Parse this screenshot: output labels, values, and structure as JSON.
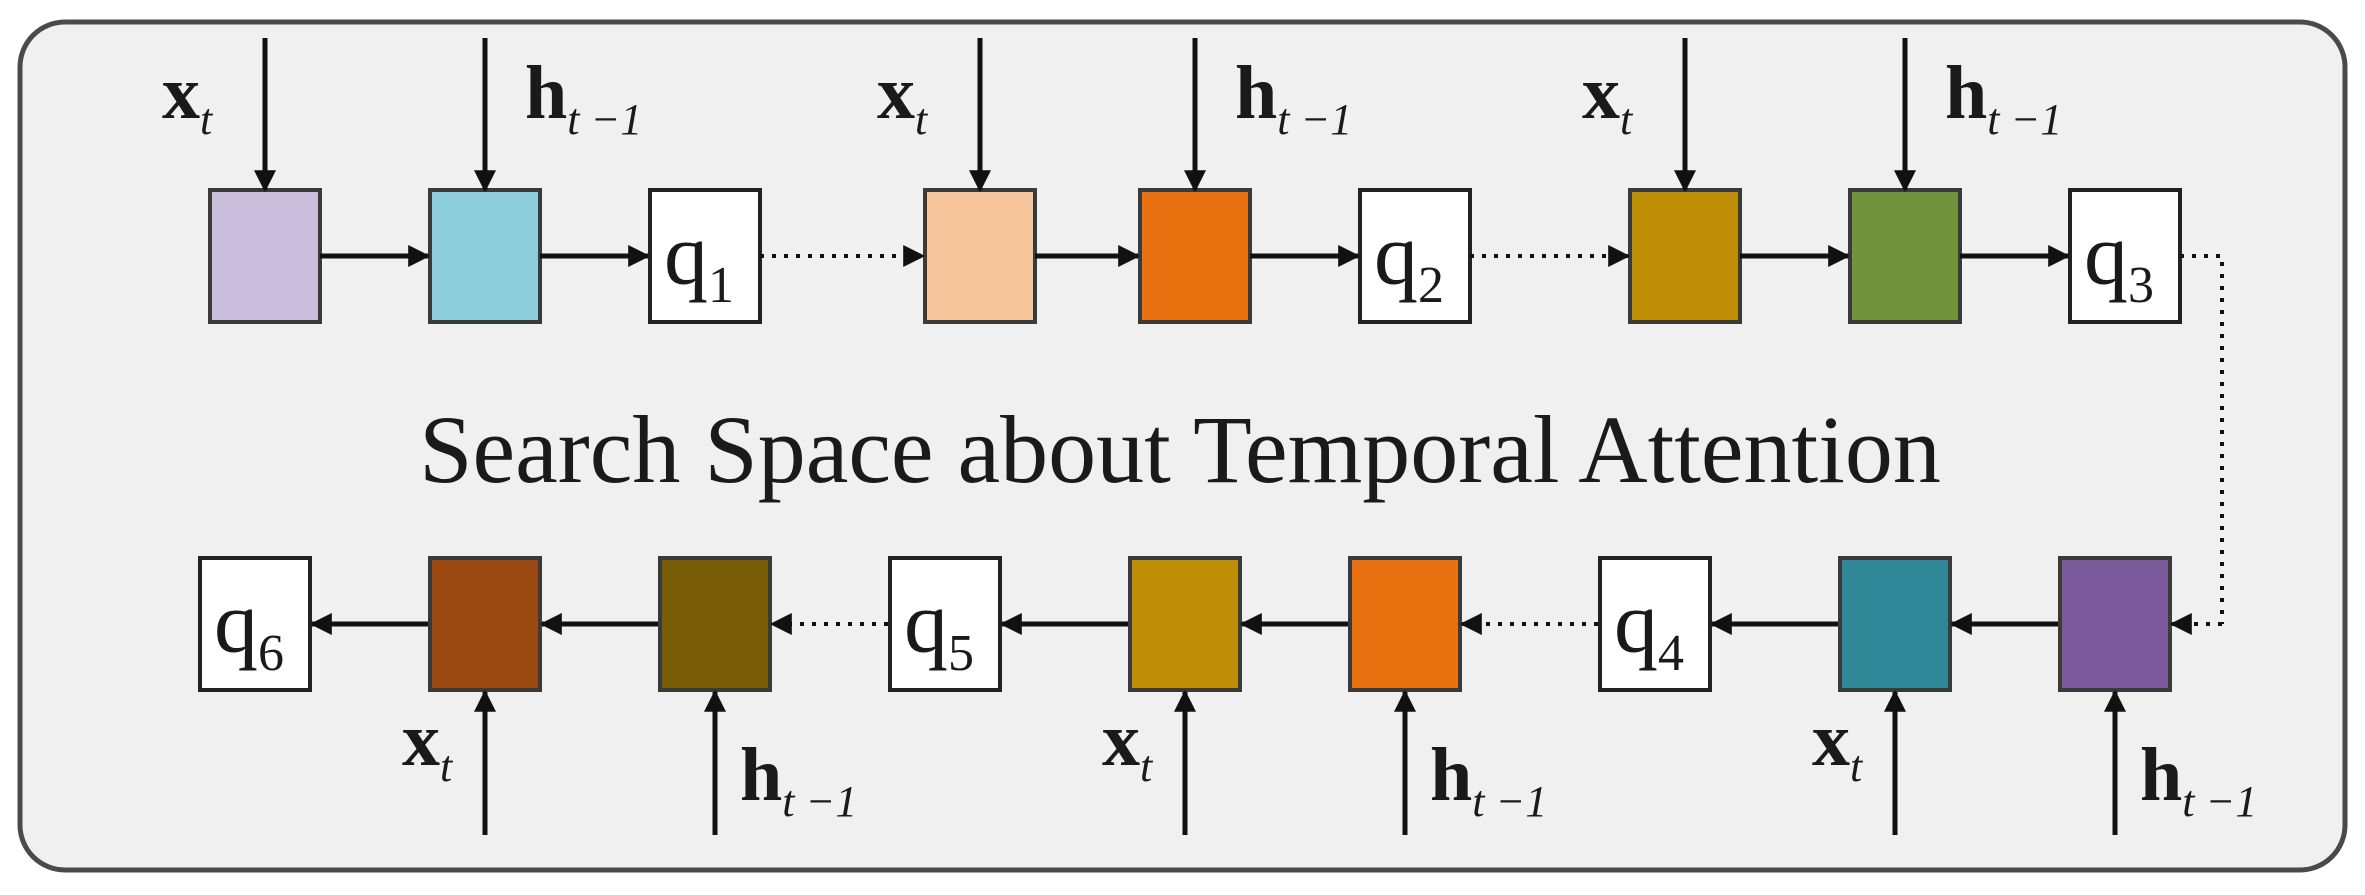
{
  "title": "Search Space about Temporal Attention",
  "labels": {
    "x": "x",
    "t": "t",
    "h": "h",
    "t_minus_1": "t −1",
    "q": "q"
  },
  "top_row": [
    {
      "input": "x",
      "color": "#cbbedd"
    },
    {
      "input": "h",
      "color": "#8ecedc"
    },
    {
      "q": "1"
    },
    {
      "input": "x",
      "color": "#f6c49b"
    },
    {
      "input": "h",
      "color": "#e8700e"
    },
    {
      "q": "2"
    },
    {
      "input": "x",
      "color": "#be8e07"
    },
    {
      "input": "h",
      "color": "#71933e"
    },
    {
      "q": "3"
    }
  ],
  "bottom_row": [
    {
      "input": "h",
      "color": "#7a5a9a"
    },
    {
      "input": "x",
      "color": "#2f8798"
    },
    {
      "q": "4"
    },
    {
      "input": "h",
      "color": "#e8700e"
    },
    {
      "input": "x",
      "color": "#be8e07"
    },
    {
      "q": "5"
    },
    {
      "input": "h",
      "color": "#775b05"
    },
    {
      "input": "x",
      "color": "#9b4710"
    },
    {
      "q": "6"
    }
  ],
  "colors": {
    "panel_bg": "#f0f0f0",
    "panel_border": "#4a4a4a",
    "line": "#111111"
  }
}
